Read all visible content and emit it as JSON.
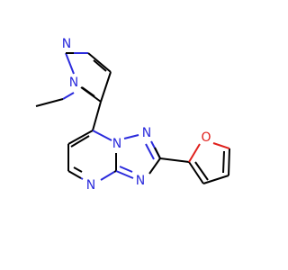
{
  "molecule": {
    "atoms": [
      {
        "id": "N1",
        "symbol": "N"
      },
      {
        "id": "N2",
        "symbol": "N"
      },
      {
        "id": "Ntr1",
        "symbol": "N"
      },
      {
        "id": "Ntr2",
        "symbol": "N"
      },
      {
        "id": "Ntr3",
        "symbol": "N"
      },
      {
        "id": "Npy",
        "symbol": "N"
      },
      {
        "id": "O",
        "symbol": "O"
      }
    ],
    "colors": {
      "nitrogen": "#2b2bdc",
      "oxygen": "#e0201c",
      "carbon": "#000000"
    }
  }
}
